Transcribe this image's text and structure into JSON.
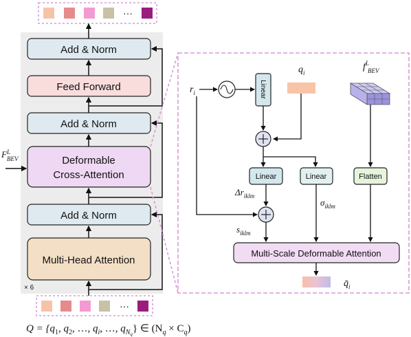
{
  "encoder": {
    "repeat_label": "× 6",
    "blocks": {
      "add_norm": "Add & Norm",
      "feed_forward": "Feed Forward",
      "deformable_line1": "Deformable",
      "deformable_line2": "Cross-Attention",
      "mha": "Multi-Head Attention"
    },
    "bev_input": {
      "base": "F",
      "sup": "L",
      "sub": "BEV"
    },
    "ellipsis": "···"
  },
  "query_set": {
    "token_colors": [
      "#f7c3a8",
      "#e58b8b",
      "#f49ad2",
      "#c9c1a6",
      "#9b1b7f"
    ],
    "formula": {
      "lhs": "Q = {q",
      "terms": [
        "1",
        "2",
        "i",
        "N"
      ],
      "nq_sub": "q",
      "rhs_open": "} ∈ (N",
      "times": " × C",
      "cq_sub": "q",
      "close": ")"
    }
  },
  "detail": {
    "r_i": {
      "base": "r",
      "sub": "i"
    },
    "q_i": {
      "base": "q",
      "sub": "i"
    },
    "f_bev": {
      "base": "f",
      "sup": "L",
      "sub": "BEV"
    },
    "linear_label": "Linear",
    "flatten_label": "Flatten",
    "delta_r": {
      "base": "Δr",
      "sub": "iklm"
    },
    "sigma": {
      "base": "σ",
      "sub": "iklm"
    },
    "s": {
      "base": "s",
      "sub": "iklm"
    },
    "msda_label": "Multi-Scale Deformable Attention",
    "q_bar": {
      "base": "q̄",
      "sub": "i"
    }
  },
  "colors": {
    "add_norm_fill": "#deeaf0",
    "feed_forward_fill": "#f9dcdc",
    "deformable_fill": "#efd8f3",
    "mha_fill": "#f3dfc6",
    "encoder_bg": "#ececec",
    "dashed_border": "#d89ad8",
    "linear_dark_fill": "#d3e7ec",
    "linear_fill": "#e2f0f2",
    "flatten_fill": "#e6f3dd",
    "msda_fill": "#f1dcf4",
    "q_i_fill": "#f8c4a8",
    "cube_fill": "#b8b2ec"
  }
}
